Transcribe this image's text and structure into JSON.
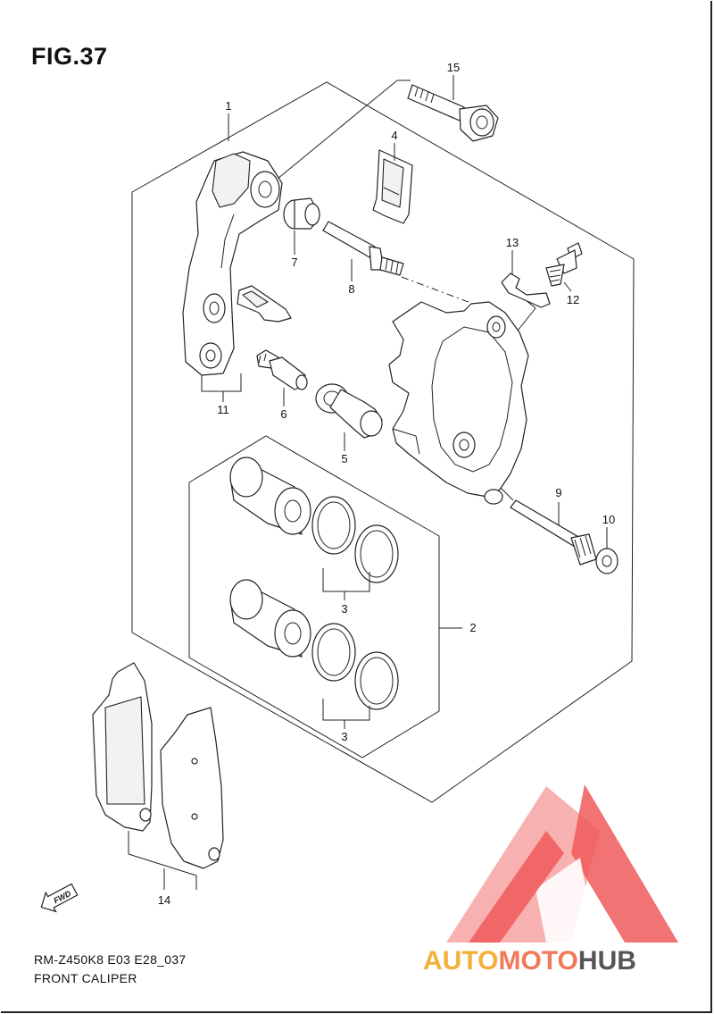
{
  "figure": {
    "title": "FIG.37"
  },
  "callouts": {
    "c1": "1",
    "c2": "2",
    "c3a": "3",
    "c3b": "3",
    "c4": "4",
    "c5": "5",
    "c6": "6",
    "c7": "7",
    "c8": "8",
    "c9": "9",
    "c10": "10",
    "c11": "11",
    "c12": "12",
    "c13": "13",
    "c14": "14",
    "c15": "15"
  },
  "footer": {
    "model_code": "RM-Z450K8 E03 E28_037",
    "caption": "FRONT CALIPER"
  },
  "fwd_badge": "FWD",
  "watermark": {
    "brand_auto": "AUTO",
    "brand_moto": "MOTO",
    "brand_hub": "HUB",
    "colors": {
      "logo_red": "#f05a5a",
      "auto": "#f3b13a",
      "moto": "#f07a5a",
      "hub": "#555555"
    }
  }
}
